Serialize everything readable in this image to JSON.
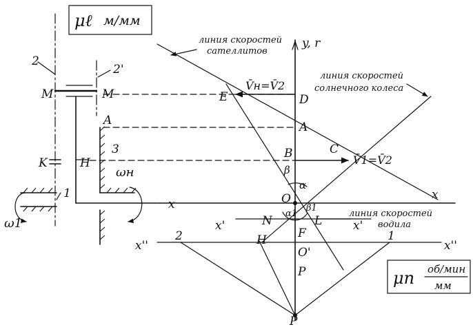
{
  "labels": {
    "mu_l": "μℓ",
    "mu_l_units": "м/мм",
    "mu_n": "μn",
    "mu_n_units_top": "об/мин",
    "mu_n_units_bottom": "мм",
    "axis_y": "y, r",
    "axis_x_left": "x",
    "axis_x_right": "x",
    "axis_x1_left": "x'",
    "axis_x1_right": "x'",
    "axis_x2_left": "x''",
    "axis_x2_right": "x''",
    "pt_M_left": "M",
    "pt_M_right": "M",
    "pt_K": "K",
    "pt_H_mech": "H",
    "pt_A_mech": "A",
    "num_2": "2",
    "num_2p": "2'",
    "num_3": "3",
    "num_1": "1",
    "omega_H": "ωн",
    "omega_1": "ω1",
    "pt_E": "E",
    "pt_D": "D",
    "pt_A": "A",
    "pt_B": "B",
    "pt_C": "C",
    "pt_O": "O",
    "pt_N": "N",
    "pt_L": "L",
    "pt_F": "F",
    "pt_Oprime": "O'",
    "pt_P_mid": "P",
    "pt_P_bottom": "P",
    "pt_2": "2",
    "pt_H": "H",
    "pt_1": "1",
    "ang_alpha": "α",
    "ang_beta": "β",
    "ang_alpha1": "α1",
    "ang_beta1": "β1",
    "eq_VH_V2": "V̄н=V̄2",
    "eq_V1_V2": "V̄1=V̄2",
    "note_sat_1": "линия скоростей",
    "note_sat_2": "сателлитов",
    "note_sun_1": "линия скоростей",
    "note_sun_2": "солнечного колеса",
    "note_carrier_1": "линия скоростей",
    "note_carrier_2": "водила"
  }
}
